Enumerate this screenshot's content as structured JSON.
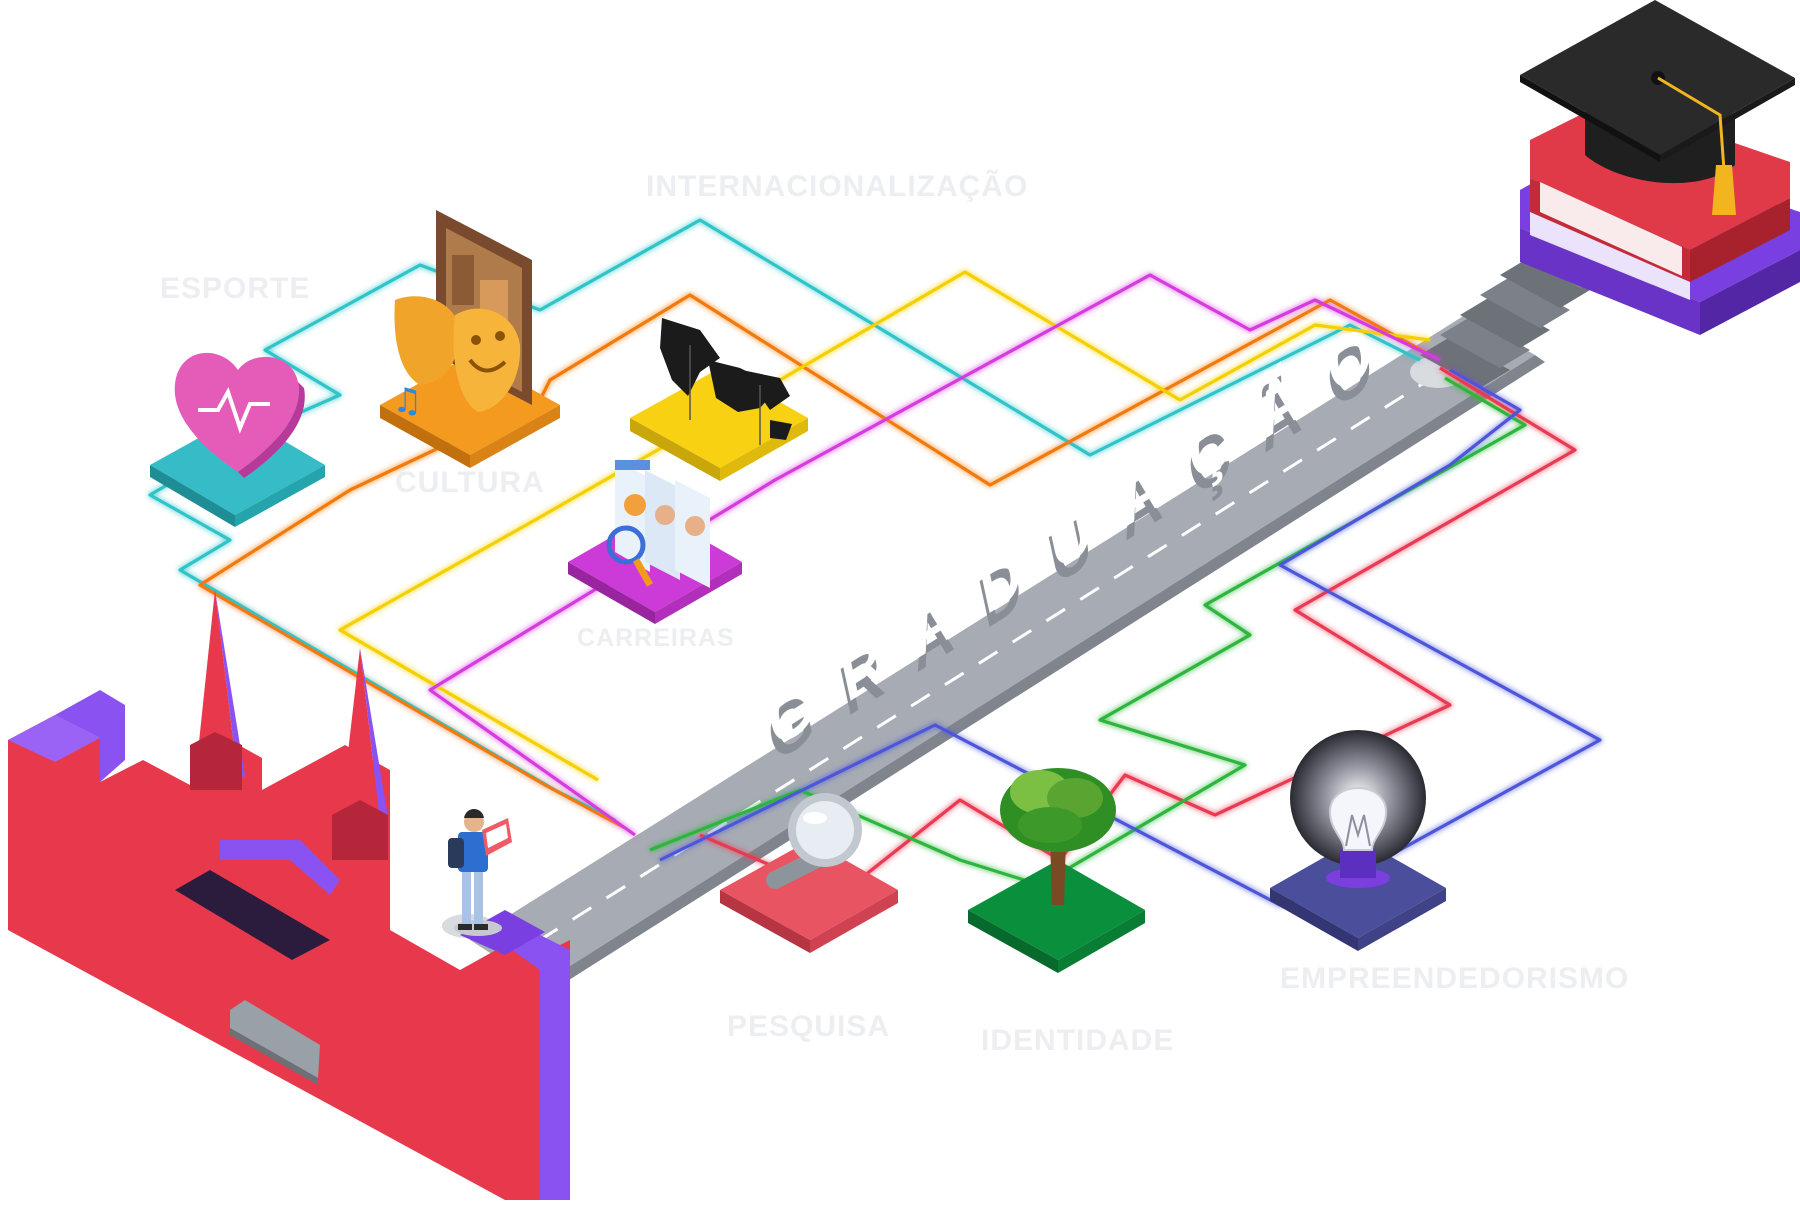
{
  "road": {
    "label": "GRADUAÇÃO"
  },
  "stations": [
    {
      "id": "esporte",
      "label": "ESPORTE",
      "color": "#2fb7c1",
      "icon": "heart-pulse-icon"
    },
    {
      "id": "cultura",
      "label": "CULTURA",
      "color": "#f29a1d",
      "icon": "theater-masks-icon"
    },
    {
      "id": "internacionalizacao",
      "label": "INTERNACIONALIZAÇÃO",
      "color": "#f7cf0a",
      "icon": "world-map-icon"
    },
    {
      "id": "carreiras",
      "label": "CARREIRAS",
      "color": "#c93bd6",
      "icon": "resume-magnifier-icon"
    },
    {
      "id": "pesquisa",
      "label": "PESQUISA",
      "color": "#e85462",
      "icon": "magnifying-glass-icon"
    },
    {
      "id": "identidade",
      "label": "IDENTIDADE",
      "color": "#0a8f3c",
      "icon": "tree-icon"
    },
    {
      "id": "empreendedorismo",
      "label": "EMPREENDEDORISMO",
      "color": "#4b4e9a",
      "icon": "lightbulb-icon"
    }
  ],
  "colors": {
    "road": "#9ea3ab",
    "building_front": "#e8384b",
    "building_side": "#8b52f2",
    "books_red": "#e03a48",
    "books_purple": "#7a3fe0",
    "cap": "#2a2a2a",
    "tassel": "#f2b51f",
    "paths": [
      "#2fc4c8",
      "#f27a11",
      "#f4d000",
      "#d63be0",
      "#e83a52",
      "#2db53c",
      "#4d56d9"
    ]
  }
}
